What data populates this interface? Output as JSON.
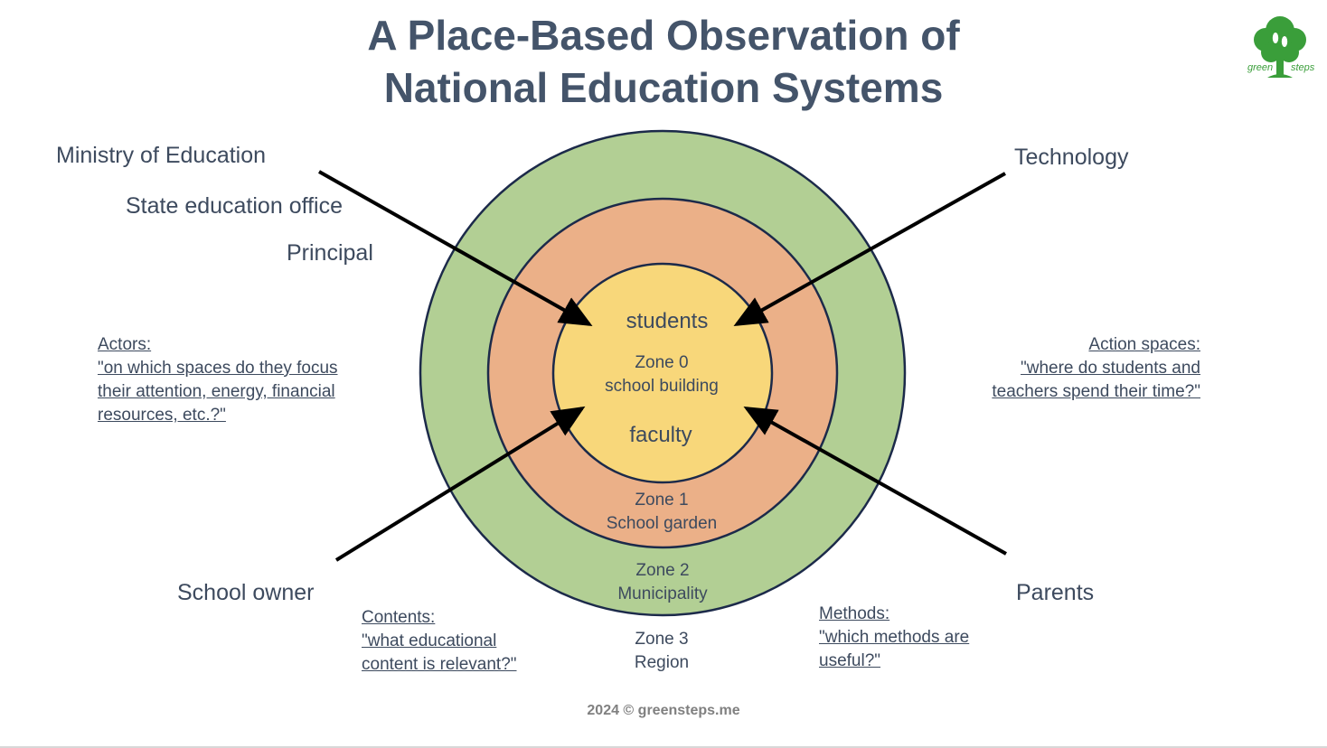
{
  "title": {
    "line1": "A Place-Based Observation of",
    "line2": "National Education Systems"
  },
  "logo": {
    "icon": "tree-footprint-logo-icon",
    "text_left": "green",
    "text_right": "steps",
    "color": "#3a9e3a"
  },
  "colors": {
    "zone0": "#f8d77a",
    "zone1": "#ebb088",
    "zone2": "#b2cf94",
    "ring_stroke": "#1c2a4a",
    "text": "#3d4a5e"
  },
  "zones": {
    "center_top": "students",
    "center_bottom": "faculty",
    "zone0": {
      "name": "Zone 0",
      "place": "school building"
    },
    "zone1": {
      "name": "Zone 1",
      "place": "School garden"
    },
    "zone2": {
      "name": "Zone 2",
      "place": "Municipality"
    },
    "zone3": {
      "name": "Zone 3",
      "place": "Region"
    }
  },
  "actors": {
    "ministry": "Ministry of Education",
    "state_office": "State education office",
    "principal": "Principal",
    "technology": "Technology",
    "school_owner": "School owner",
    "parents": "Parents"
  },
  "notes": {
    "actors": {
      "heading": "Actors:",
      "line1": "\"on which spaces do they focus",
      "line2": "their attention, energy, financial",
      "line3": "resources, etc.?\""
    },
    "action_spaces": {
      "heading": "Action spaces:",
      "line1": "\"where do students and",
      "line2": "teachers spend their time?\""
    },
    "contents": {
      "heading": "Contents:",
      "line1": "\"what educational",
      "line2": "content is relevant?\""
    },
    "methods": {
      "heading": "Methods:",
      "line1": "\"which methods are",
      "line2": "useful?\""
    }
  },
  "footer": "2024 © greensteps.me"
}
